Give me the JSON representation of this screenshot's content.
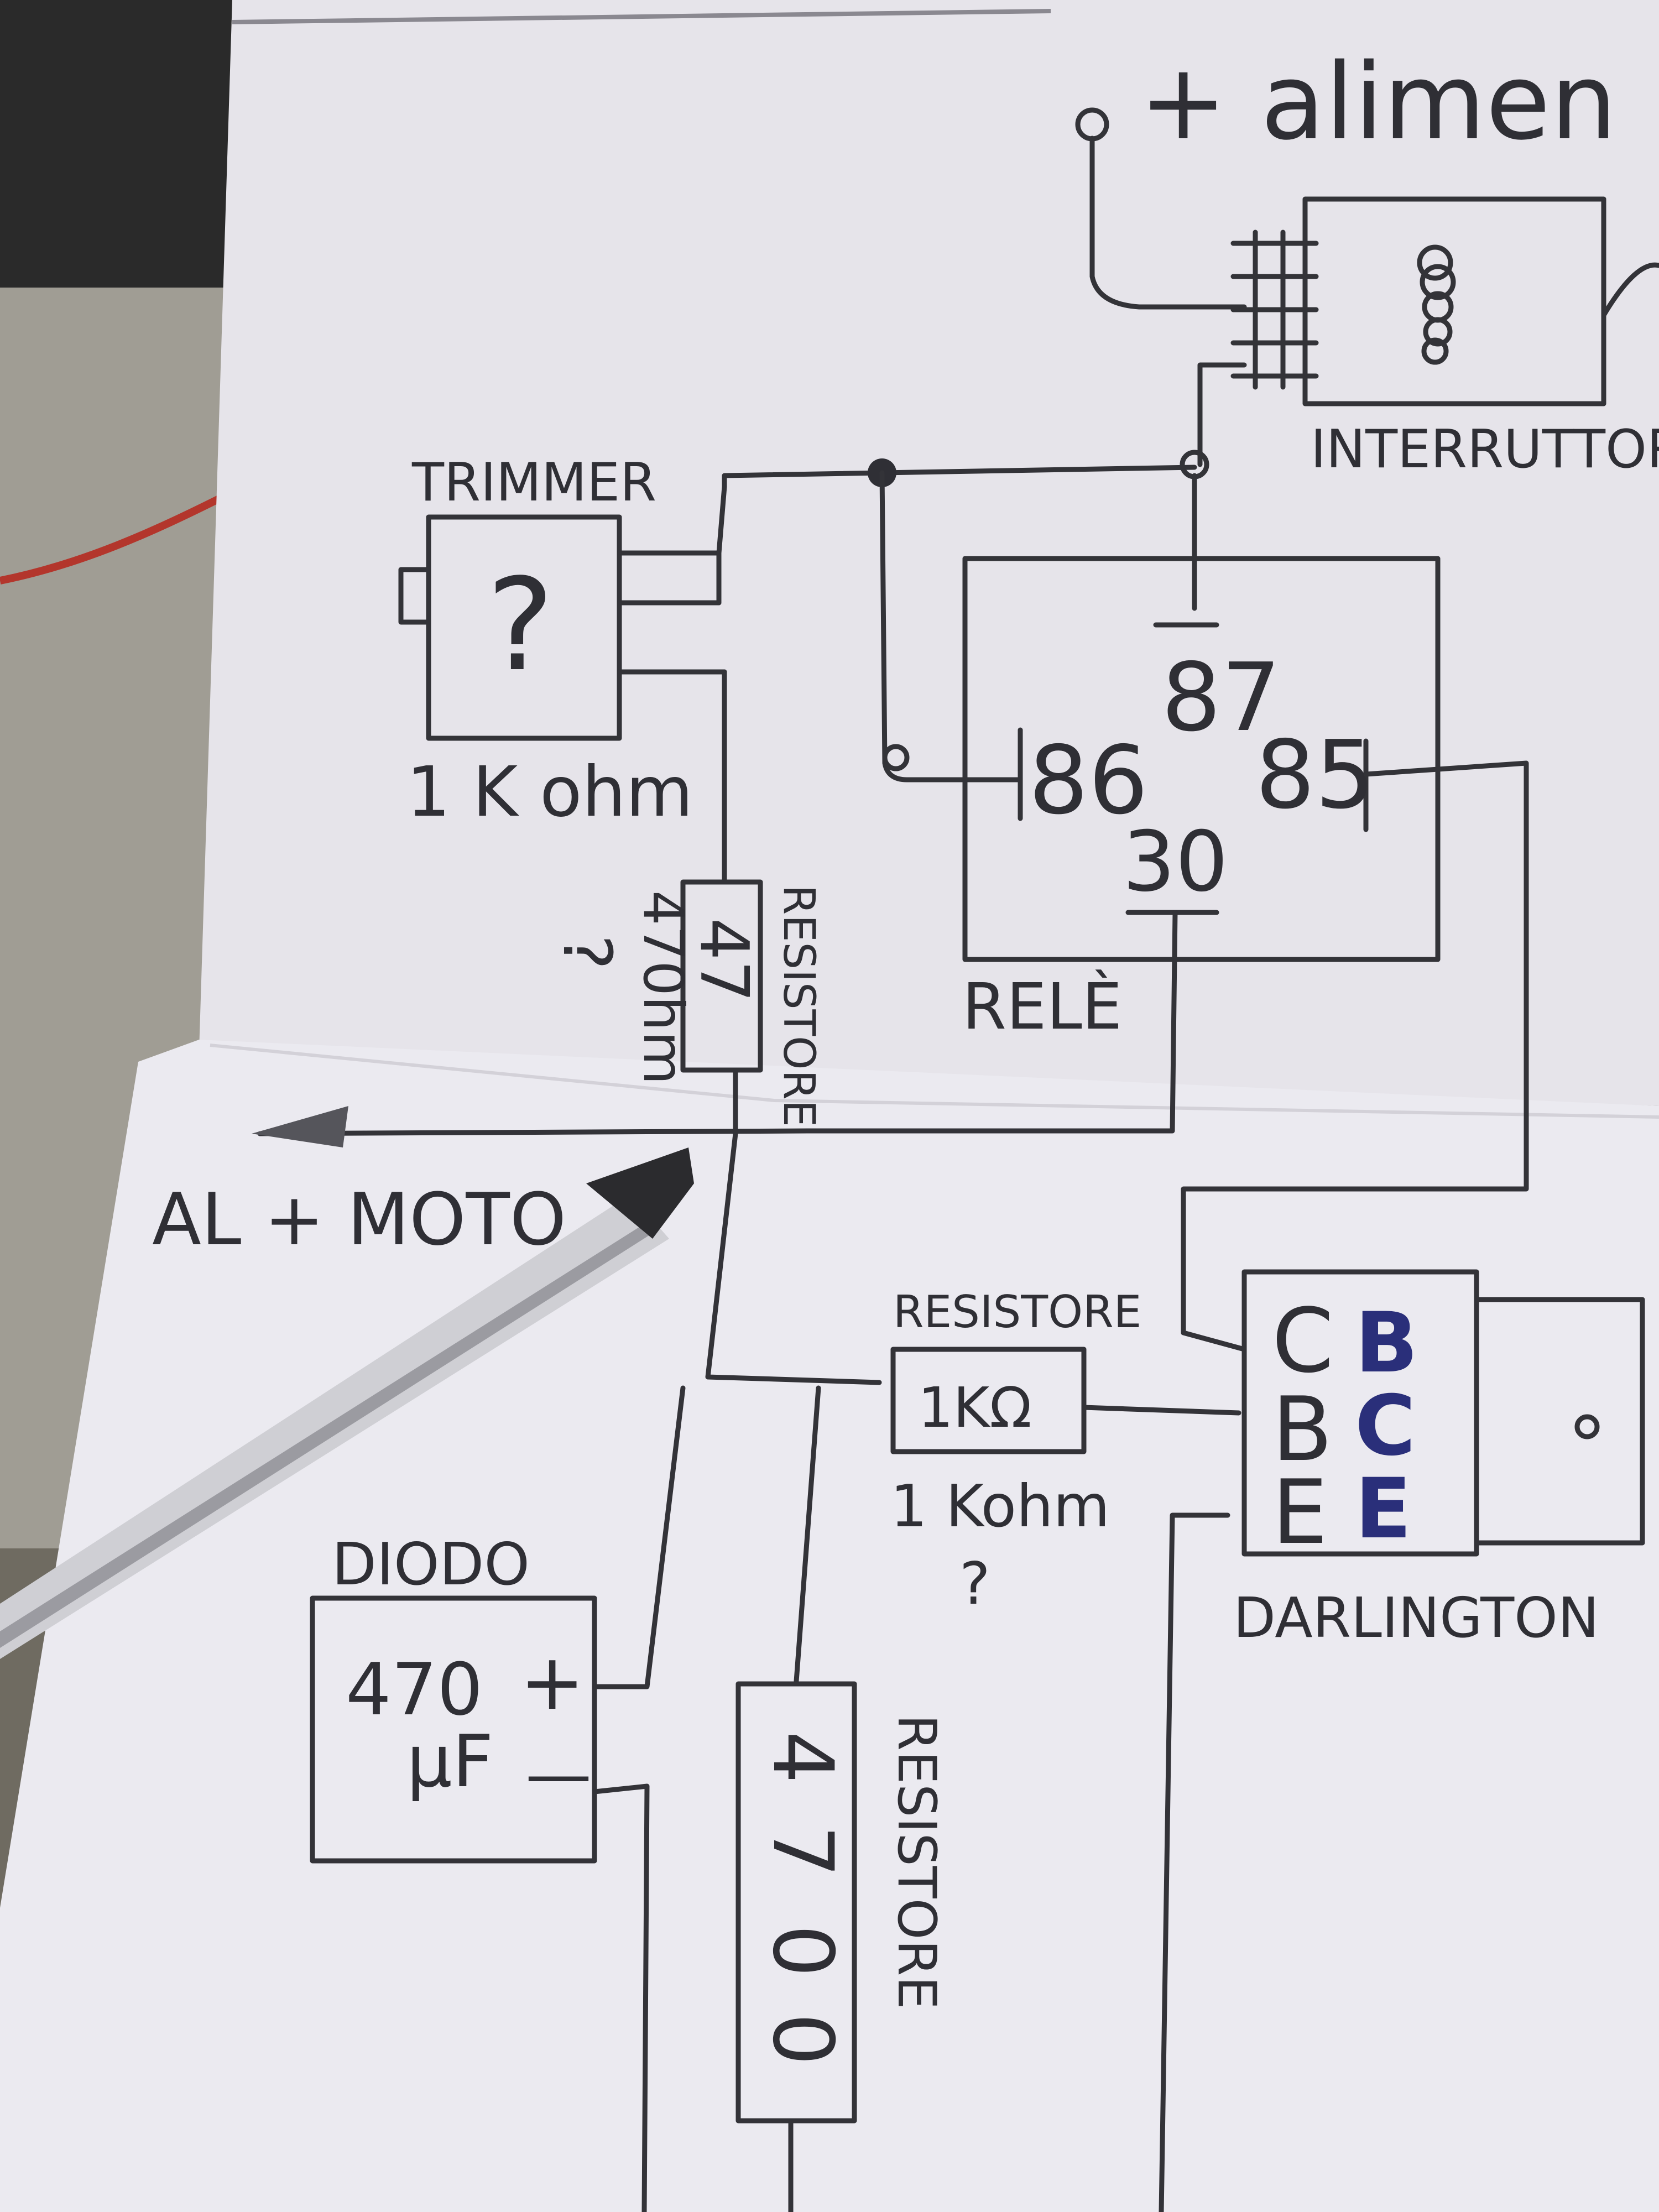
{
  "header": {
    "supply": "+ alimen"
  },
  "components": {
    "switch": {
      "label": "INTERRUTTORE"
    },
    "trimmer": {
      "label": "TRIMMER",
      "symbol": "?",
      "value": "1 K ohm"
    },
    "resistor_top": {
      "label": "RESISTORE",
      "marking": "47",
      "value": "470hm",
      "question": "?"
    },
    "relay": {
      "label": "RELÈ",
      "pin_87": "87",
      "pin_86": "86",
      "pin_85": "85",
      "pin_30": "30"
    },
    "motor": {
      "label": "AL + MOTO"
    },
    "resistor_mid": {
      "label": "RESISTORE",
      "marking": "1KΩ",
      "value": "1 Kohm",
      "question": "?"
    },
    "darlington": {
      "label": "DARLINGTON",
      "pins_black": [
        "C",
        "B",
        "E"
      ],
      "pins_blue": [
        "B",
        "C",
        "E"
      ]
    },
    "diode": {
      "label": "DIODO",
      "value_top": "470",
      "value_bottom": "μF",
      "plus": "+",
      "minus": "—"
    },
    "resistor_bottom": {
      "label": "RESISTORE",
      "digits": [
        "4",
        "7",
        "0",
        "0"
      ]
    }
  },
  "colors": {
    "paper": "#e6e4ea",
    "ink": "#2f2f35",
    "blue_ink": "#2a2f7a",
    "background": "#6f6b61"
  }
}
